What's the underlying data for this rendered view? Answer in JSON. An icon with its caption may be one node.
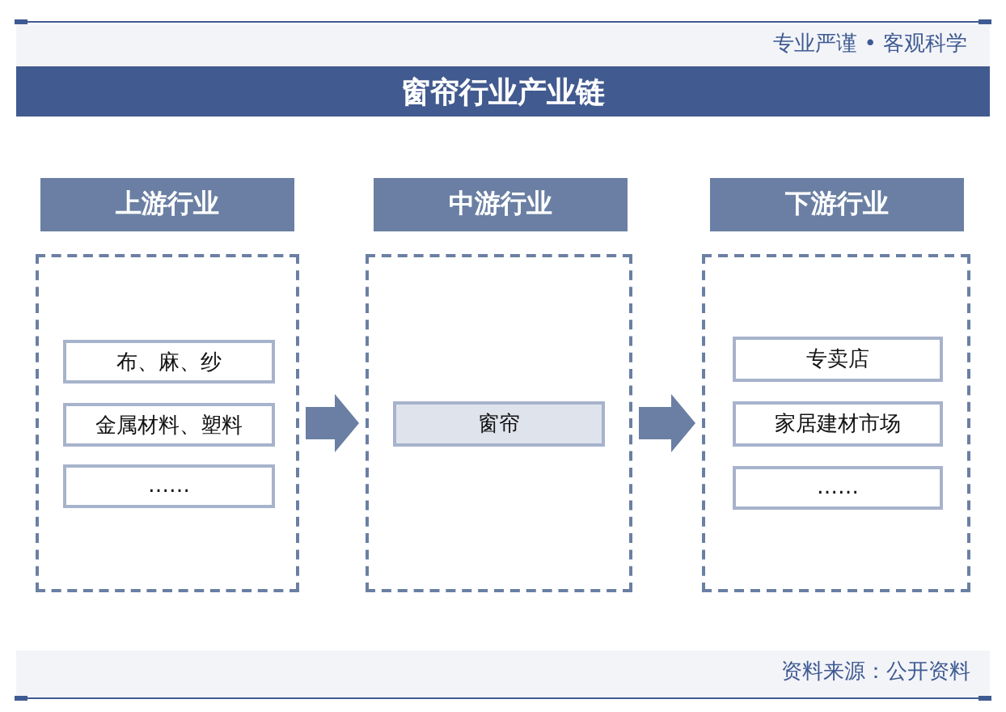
{
  "diagram": {
    "title": "窗帘行业产业链",
    "nodes": [
      {
        "text": [
          "上游行业"
        ]
      },
      {
        "text": [
          "中游行业"
        ]
      },
      {
        "text": [
          "下游行业"
        ]
      },
      {
        "text": [],
        "shape": "box"
      },
      {
        "text": [
          "布、麻、纱"
        ],
        "in": 3
      },
      {
        "text": [
          "金属材料、塑料"
        ],
        "in": 3
      },
      {
        "text": [
          "……"
        ],
        "in": 3
      },
      {
        "text": [],
        "shape": "box"
      },
      {
        "text": [
          "窗帘"
        ],
        "in": 7
      },
      {
        "text": [],
        "shape": "box"
      },
      {
        "text": [
          "专卖店"
        ],
        "in": 9
      },
      {
        "text": [
          "家居建材市场"
        ],
        "in": 9
      },
      {
        "text": [
          "……"
        ],
        "in": 9
      }
    ],
    "edges": [
      {
        "from": 3,
        "to": 7,
        "arrow": "to"
      },
      {
        "from": 7,
        "to": 9,
        "arrow": "to"
      }
    ],
    "labels": [
      "专业严谨 • 客观科学",
      "资料来源：公开资料"
    ]
  }
}
